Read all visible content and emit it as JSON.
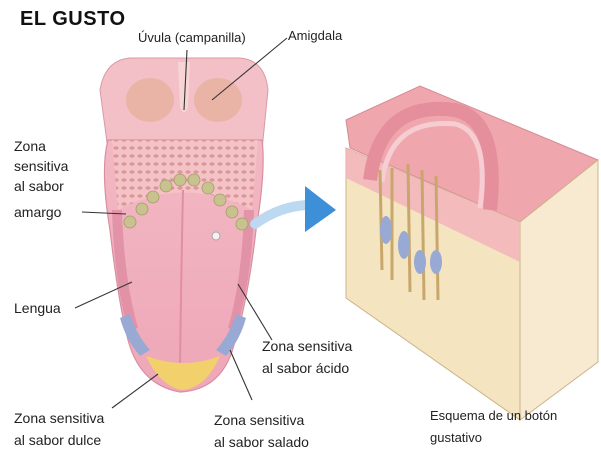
{
  "title": "EL GUSTO",
  "labels": {
    "uvula": "Úvula (campanilla)",
    "amigdala": "Amigdala",
    "zona_amargo_1": "Zona",
    "zona_amargo_2": "sensitiva",
    "zona_amargo_3": "al sabor",
    "zona_amargo_4": "amargo",
    "lengua": "Lengua",
    "acido_1": "Zona sensitiva",
    "acido_2": "al sabor ácido",
    "dulce_1": "Zona sensitiva",
    "dulce_2": "al sabor dulce",
    "salado_1": "Zona sensitiva",
    "salado_2": "al sabor salado",
    "boton_1": "Esquema de un botón",
    "boton_2": "gustativo"
  },
  "colors": {
    "tongue": "#eea7b8",
    "tongue_dark": "#d97f98",
    "tongue_light": "#f6c7cf",
    "papillae": "#d8a39f",
    "bitter_zone": "#c8c28e",
    "sweet_zone": "#f2d06b",
    "salty_zone": "#98a9d4",
    "arrow": "#3d8fd8",
    "block_top": "#f0a6ad",
    "block_side": "#f4e4c0",
    "line": "#333333"
  }
}
